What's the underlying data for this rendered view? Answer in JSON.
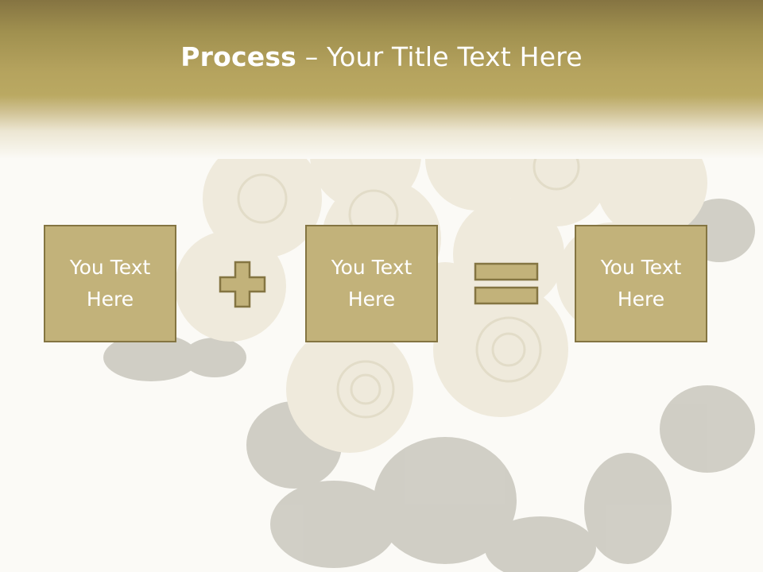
{
  "slide": {
    "title_bold": "Process",
    "title_rest": " – Your Title Text Here"
  },
  "boxes": [
    {
      "text": "You Text Here"
    },
    {
      "text": "You Text Here"
    },
    {
      "text": "You Text Here"
    }
  ],
  "operators": {
    "first": "plus-icon",
    "second": "equals-icon"
  },
  "colors": {
    "header_dark": "#857442",
    "header_gold": "#baa962",
    "box_fill": "#c2b27a",
    "box_border": "#847542",
    "background": "#fbfaf6"
  }
}
